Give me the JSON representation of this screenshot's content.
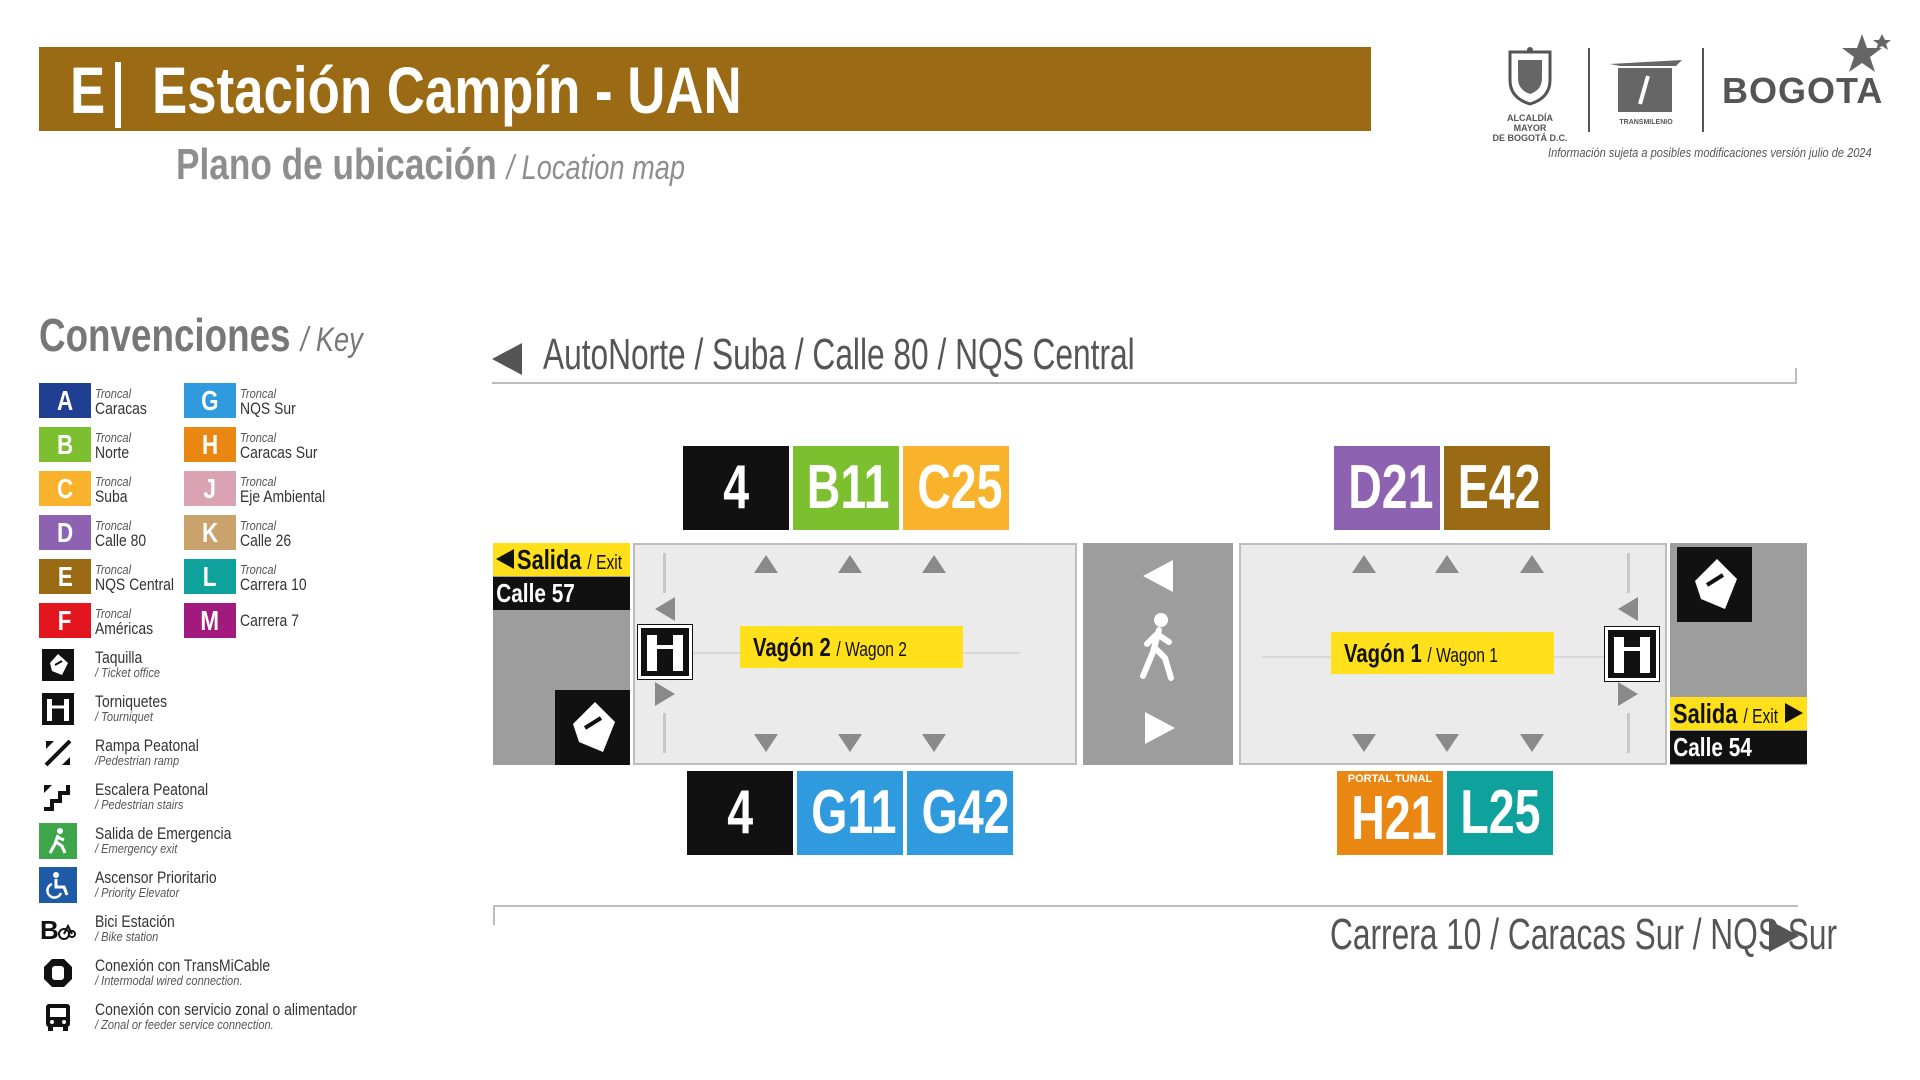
{
  "header": {
    "line_letter": "E",
    "station_title": "Estación Campín - UAN",
    "subtitle": "Plano de ubicación",
    "subtitle_en": "/ Location map",
    "color_bar": "#9a6a14"
  },
  "logos": {
    "alcaldia": "ALCALDÍA MAYOR DE BOGOTÁ D.C.",
    "alcaldia_line1": "ALCALDÍA MAYOR",
    "alcaldia_line2": "DE BOGOTÁ D.C.",
    "transmilenio": "TRANSMILENIO",
    "bogota": "BOGOTA",
    "disclaimer": "Información sujeta a posibles modificaciones versión julio de 2024"
  },
  "key": {
    "title": "Convenciones",
    "title_en": "/ Key",
    "troncal_label": "Troncal",
    "troncales": [
      {
        "letter": "A",
        "name": "Caracas",
        "color": "#1f3f92",
        "prefix": "Troncal"
      },
      {
        "letter": "B",
        "name": "Norte",
        "color": "#7cbf2f",
        "prefix": "Troncal"
      },
      {
        "letter": "C",
        "name": "Suba",
        "color": "#f9b22b",
        "prefix": "Troncal"
      },
      {
        "letter": "D",
        "name": "Calle 80",
        "color": "#8d63b1",
        "prefix": "Troncal"
      },
      {
        "letter": "E",
        "name": "NQS Central",
        "color": "#9a6a14",
        "prefix": "Troncal"
      },
      {
        "letter": "F",
        "name": "Américas",
        "color": "#e3161f",
        "prefix": "Troncal"
      },
      {
        "letter": "G",
        "name": "NQS Sur",
        "color": "#2f9ade",
        "prefix": "Troncal"
      },
      {
        "letter": "H",
        "name": "Caracas Sur",
        "color": "#ea8712",
        "prefix": "Troncal"
      },
      {
        "letter": "J",
        "name": "Eje Ambiental",
        "color": "#d9a3b3",
        "prefix": "Troncal"
      },
      {
        "letter": "K",
        "name": "Calle 26",
        "color": "#c9a36b",
        "prefix": "Troncal"
      },
      {
        "letter": "L",
        "name": "Carrera 10",
        "color": "#0fa29c",
        "prefix": "Troncal"
      },
      {
        "letter": "M",
        "name": "Carrera 7",
        "color": "#a21a7e",
        "prefix": ""
      }
    ],
    "symbols": [
      {
        "icon": "ticket-office-icon",
        "label": "Taquilla",
        "sub": "/ Ticket office",
        "bg": "#ffffff"
      },
      {
        "icon": "turnstile-icon",
        "label": "Torniquetes",
        "sub": "/ Tourniquet",
        "bg": "#ffffff"
      },
      {
        "icon": "pedestrian-ramp-icon",
        "label": "Rampa Peatonal",
        "sub": "/Pedestrian ramp",
        "bg": "#ffffff"
      },
      {
        "icon": "pedestrian-stairs-icon",
        "label": "Escalera Peatonal",
        "sub": "/ Pedestrian stairs",
        "bg": "#ffffff"
      },
      {
        "icon": "emergency-exit-icon",
        "label": "Salida de Emergencia",
        "sub": "/ Emergency exit",
        "bg": "#3ea64a"
      },
      {
        "icon": "priority-elevator-icon",
        "label": "Ascensor Prioritario",
        "sub": "/ Priority Elevator",
        "bg": "#1f5aa6"
      },
      {
        "icon": "bike-station-icon",
        "label": "Bici Estación",
        "sub": "/ Bike station",
        "bg": "#ffffff"
      },
      {
        "icon": "transmicable-icon",
        "label": "Conexión con TransMiCable",
        "sub": "/ Intermodal wired connection.",
        "bg": "#ffffff"
      },
      {
        "icon": "bus-icon",
        "label": "Conexión con servicio zonal o alimentador",
        "sub": "/ Zonal or feeder service connection.",
        "bg": "#ffffff"
      }
    ]
  },
  "map": {
    "direction_north": "AutoNorte / Suba / Calle 80 / NQS Central",
    "direction_south": "Carrera 10 / Caracas Sur / NQS Sur",
    "routes_top_left": [
      {
        "code": "4",
        "color": "#111111"
      },
      {
        "code": "B11",
        "color": "#7cbf2f"
      },
      {
        "code": "C25",
        "color": "#f9b22b"
      }
    ],
    "routes_top_right": [
      {
        "code": "D21",
        "color": "#8d63b1"
      },
      {
        "code": "E42",
        "color": "#9a6a14"
      }
    ],
    "routes_bottom_left": [
      {
        "code": "4",
        "color": "#111111"
      },
      {
        "code": "G11",
        "color": "#2f9ade"
      },
      {
        "code": "G42",
        "color": "#2f9ade"
      }
    ],
    "routes_bottom_right": [
      {
        "code": "H21",
        "color": "#ea8712",
        "tag": "PORTAL TUNAL"
      },
      {
        "code": "L25",
        "color": "#0fa29c"
      }
    ],
    "wagon2": {
      "label": "Vagón 2",
      "label_en": "/ Wagon 2"
    },
    "wagon1": {
      "label": "Vagón 1",
      "label_en": "/ Wagon 1"
    },
    "exit_left": {
      "label": "Salida",
      "label_en": "/ Exit",
      "street": "Calle 57"
    },
    "exit_right": {
      "label": "Salida",
      "label_en": "/ Exit",
      "street": "Calle 54"
    }
  }
}
